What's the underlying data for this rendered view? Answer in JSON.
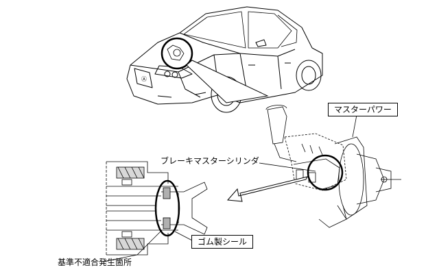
{
  "labels": {
    "master_power": "マスターパワー",
    "brake_master_cylinder": "ブレーキマスターシリンダ",
    "rubber_seal": "ゴム製シール",
    "defect_location": "基準不適合発生箇所"
  }
}
